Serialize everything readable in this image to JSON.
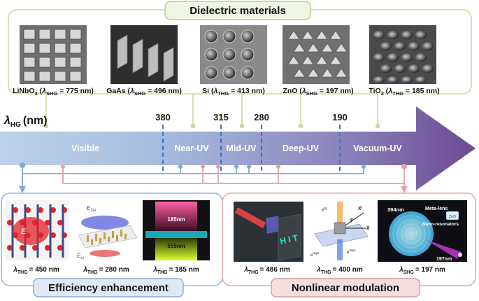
{
  "top_panel": {
    "title": "Dielectric materials",
    "materials": [
      {
        "name": "LiNbO",
        "sub_formula": "3",
        "paren_sub": "SHG",
        "value": "775 nm"
      },
      {
        "name": "GaAs",
        "sub_formula": "",
        "paren_sub": "SHG",
        "value": "496 nm"
      },
      {
        "name": "Si",
        "sub_formula": "",
        "paren_sub": "THG",
        "value": "413 nm"
      },
      {
        "name": "ZnO",
        "sub_formula": "",
        "paren_sub": "SHG",
        "value": "197 nm"
      },
      {
        "name": "TiO",
        "sub_formula": "2",
        "paren_sub": "THG",
        "value": "185 nm"
      }
    ]
  },
  "axis": {
    "label_symbol": "λ",
    "label_sub": "HG",
    "label_unit": "(nm)",
    "ticks": [
      "380",
      "315",
      "280",
      "190"
    ],
    "regions": [
      "Visible",
      "Near-UV",
      "Mid-UV",
      "Deep-UV",
      "Vacuum-UV"
    ]
  },
  "left_panel": {
    "title": "Efficiency enhancement",
    "captions": [
      {
        "sub": "THG",
        "value": "= 450 nm"
      },
      {
        "sub": "THG",
        "value": "= 280 nm"
      },
      {
        "sub": "THG",
        "value": "= 185 nm"
      }
    ],
    "inset_labels": {
      "e_label": "E",
      "e2w": "E",
      "e2w_sub": "2ω",
      "ew": "E",
      "ew_sub": "ω",
      "nm185": "185nm",
      "nm555": "555nm"
    }
  },
  "right_panel": {
    "title": "Nonlinear modulation",
    "captions": [
      {
        "sub": "THG",
        "value": "= 486 nm"
      },
      {
        "sub": "THG",
        "value": "= 400 nm"
      },
      {
        "sub": "SHG",
        "value": "= 197 nm"
      }
    ],
    "inset_labels": {
      "letters": "H I T",
      "eiy": "e",
      "eiy_sup": "iγ",
      "x_prime": "X'",
      "phi": "φ",
      "x": "X",
      "e3": "e",
      "e3_sup": "i3φσ",
      "e4": "e",
      "e4_sup": "i4φσ",
      "nm394": "394nm",
      "metalens": "Meta-lens",
      "zno": "ZnO",
      "nanores": "Nano-resonators",
      "nm197": "197nm"
    }
  },
  "colors": {
    "green_border": "#c6dba0",
    "blue_border": "#9bb8dc",
    "pink_border": "#e2a9a9",
    "blue_line": "#7fa6d4",
    "pink_line": "#e4a3a3",
    "dash_blue": "#3e74c4"
  }
}
